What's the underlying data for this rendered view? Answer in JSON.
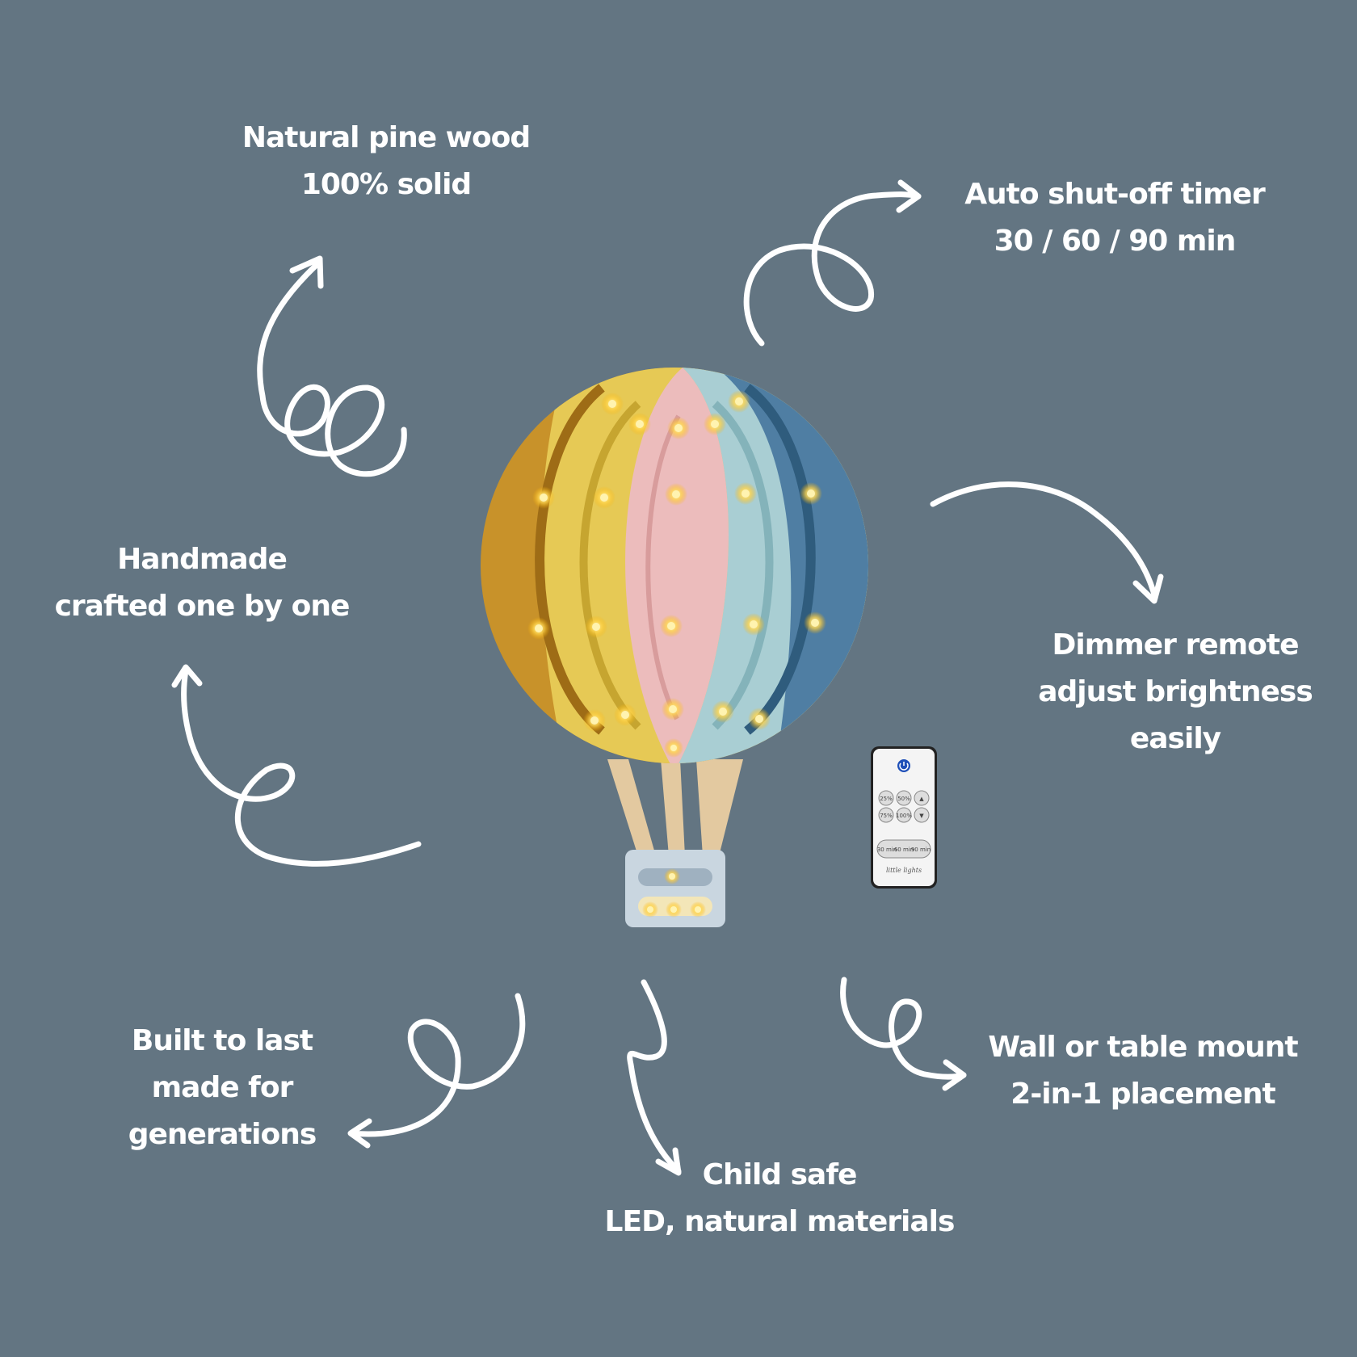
{
  "background_color": "#637582",
  "features": {
    "wood": {
      "line1": "Natural pine wood",
      "line2": "100% solid"
    },
    "timer": {
      "line1": "Auto shut-off timer",
      "line2": "30 / 60 / 90 min"
    },
    "hand": {
      "line1": "Handmade",
      "line2": "crafted one by one"
    },
    "dimmer": {
      "line1": "Dimmer remote",
      "line2": "adjust brightness",
      "line3": "easily"
    },
    "built": {
      "line1": "Built to last",
      "line2": "made for",
      "line3": "generations"
    },
    "mount": {
      "line1": "Wall or table mount",
      "line2": "2-in-1 placement"
    },
    "child": {
      "line1": "Child safe",
      "line2": "LED, natural materials"
    }
  },
  "lamp": {
    "panel_colors": [
      "#c8922a",
      "#e6c955",
      "#ecbcbc",
      "#a9ced3",
      "#4f7ea3"
    ],
    "basket_color": "#c9d6e0",
    "rope_color": "#e3c9a0"
  },
  "remote": {
    "buttons_row1": [
      "25%",
      "50%",
      "▲"
    ],
    "buttons_row2": [
      "75%",
      "100%",
      "▼"
    ],
    "timer_buttons": [
      "30 min",
      "60 min",
      "90 min"
    ],
    "brand": "little lights"
  }
}
